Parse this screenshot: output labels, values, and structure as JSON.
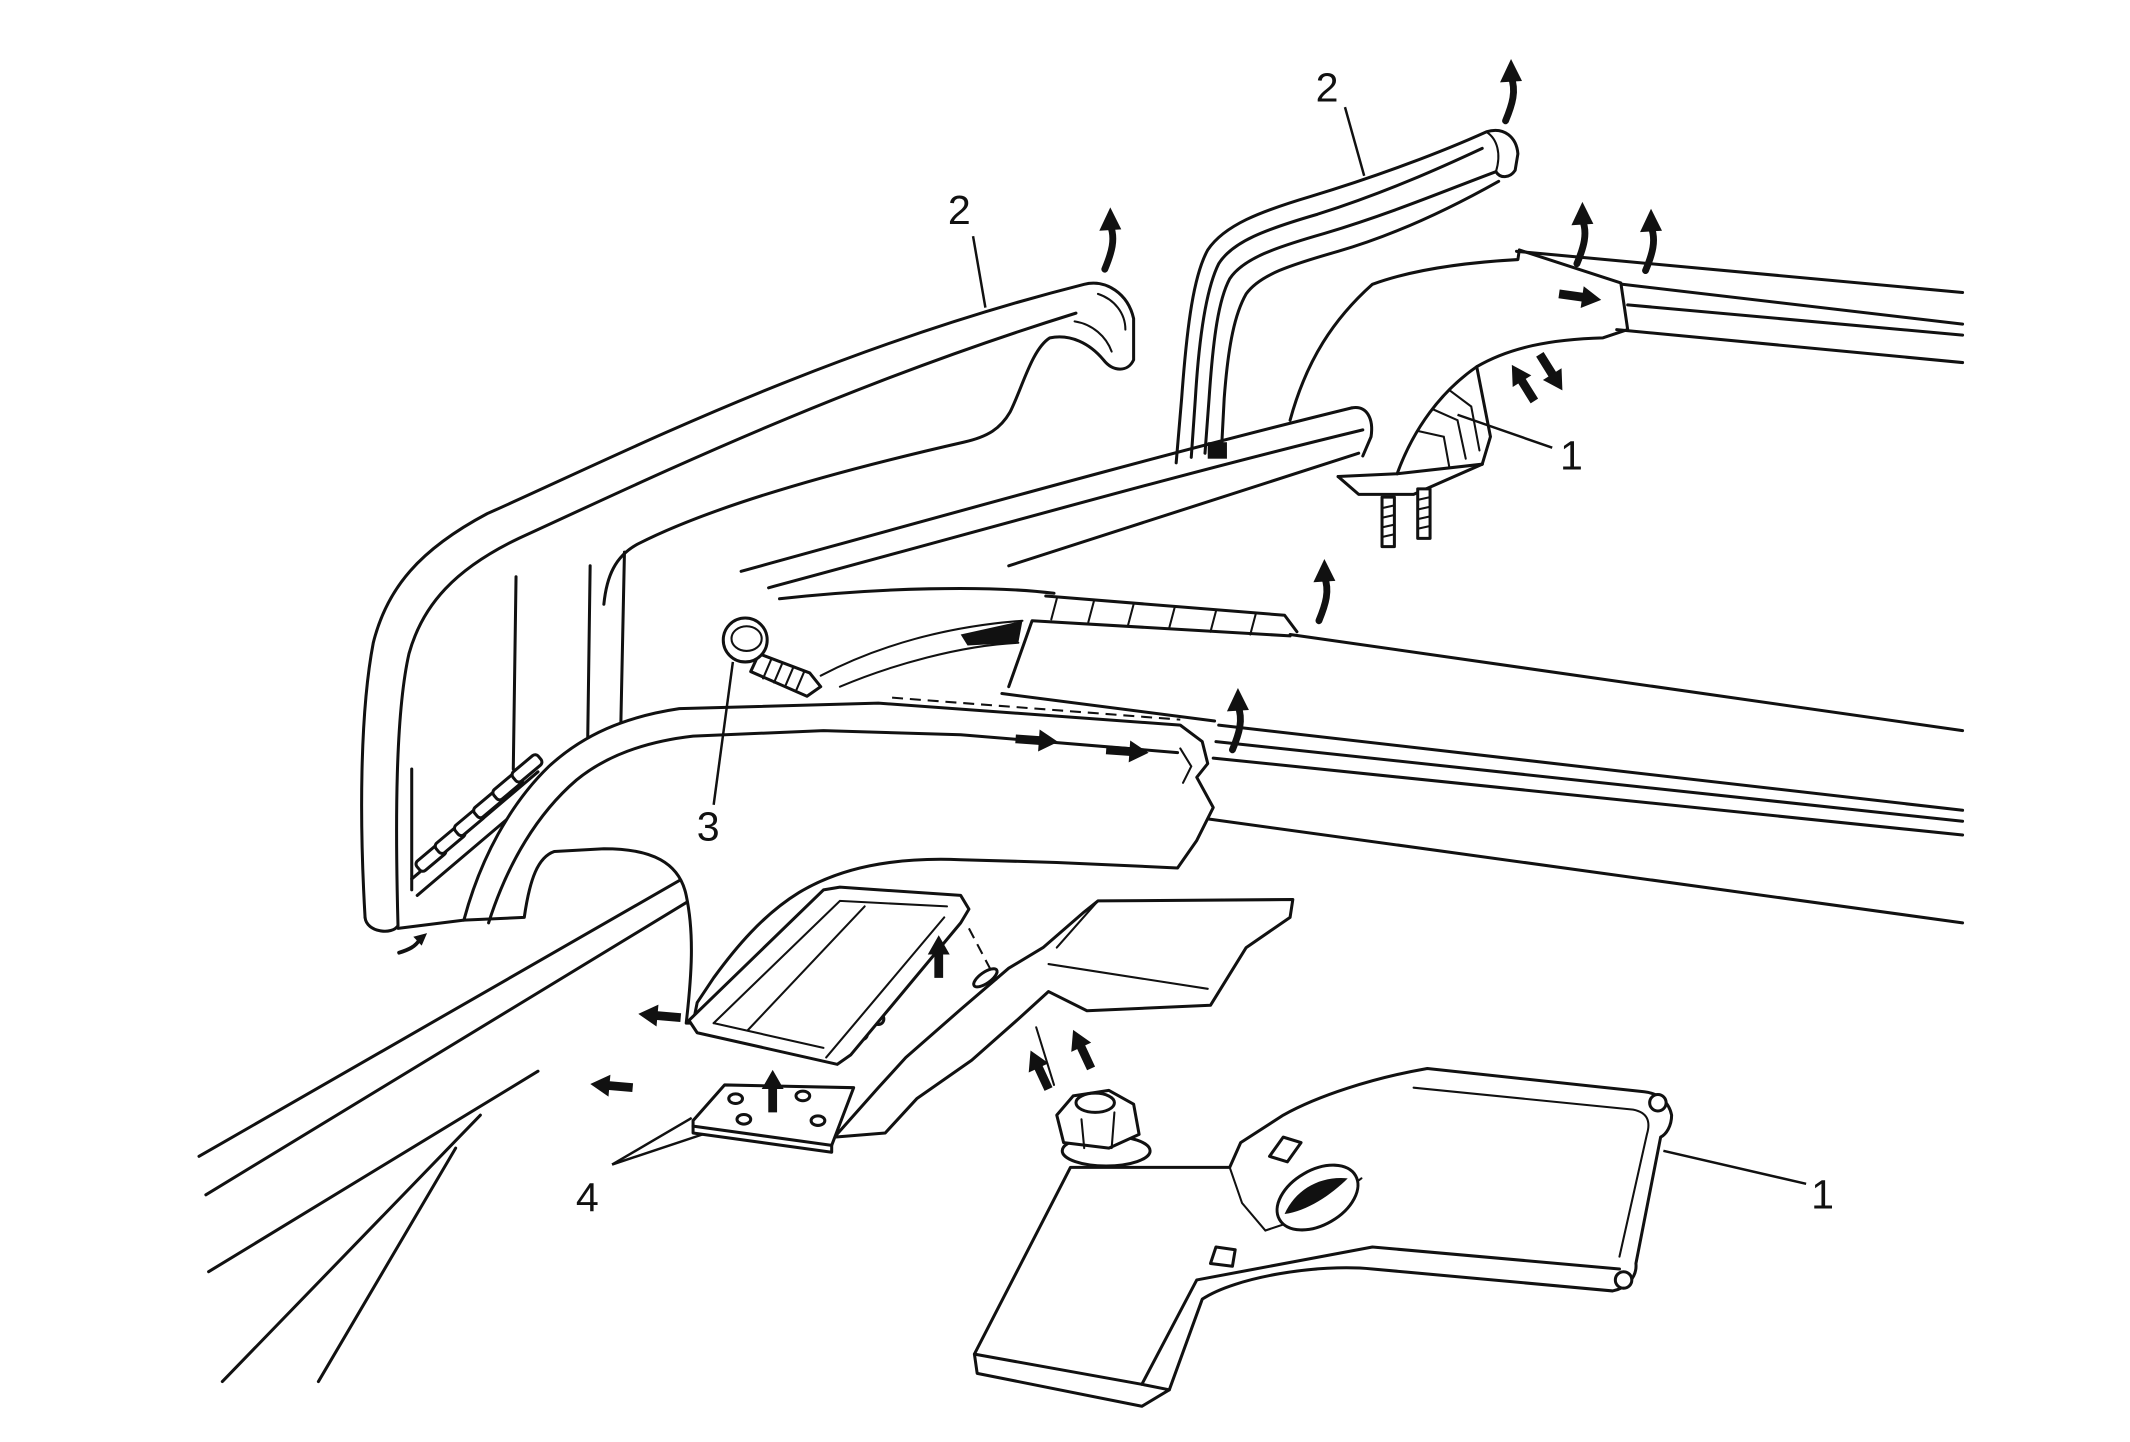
{
  "callouts": [
    {
      "label": "2"
    },
    {
      "label": "2"
    },
    {
      "label": "1"
    },
    {
      "label": "1"
    },
    {
      "label": "3"
    },
    {
      "label": "4"
    }
  ]
}
